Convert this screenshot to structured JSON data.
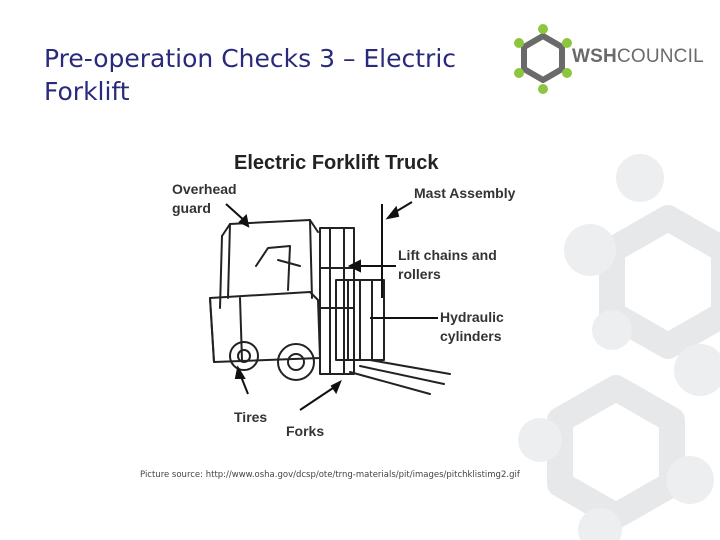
{
  "slide": {
    "title_line1": "Pre-operation Checks 3 – Electric",
    "title_line2": "Forklift",
    "source": "Picture source: http://www.osha.gov/dcsp/ote/trng-materials/pit/images/pitchklistimg2.gif"
  },
  "logo": {
    "text_bold": "WSH",
    "text_regular": "COUNCIL",
    "icon": "hexagon-molecule-logo-icon"
  },
  "diagram": {
    "title": "Electric Forklift Truck",
    "labels": {
      "overhead_guard_1": "Overhead",
      "overhead_guard_2": "guard",
      "mast_assembly": "Mast Assembly",
      "lift_chains_1": "Lift chains and",
      "lift_chains_2": "rollers",
      "hydraulic_1": "Hydraulic",
      "hydraulic_2": "cylinders",
      "tires": "Tires",
      "forks": "Forks"
    }
  },
  "colors": {
    "title": "#2a2a7c",
    "logo_green": "#8cc63f",
    "logo_gray": "#6a6a6a",
    "background_hex": "#eceef0"
  }
}
